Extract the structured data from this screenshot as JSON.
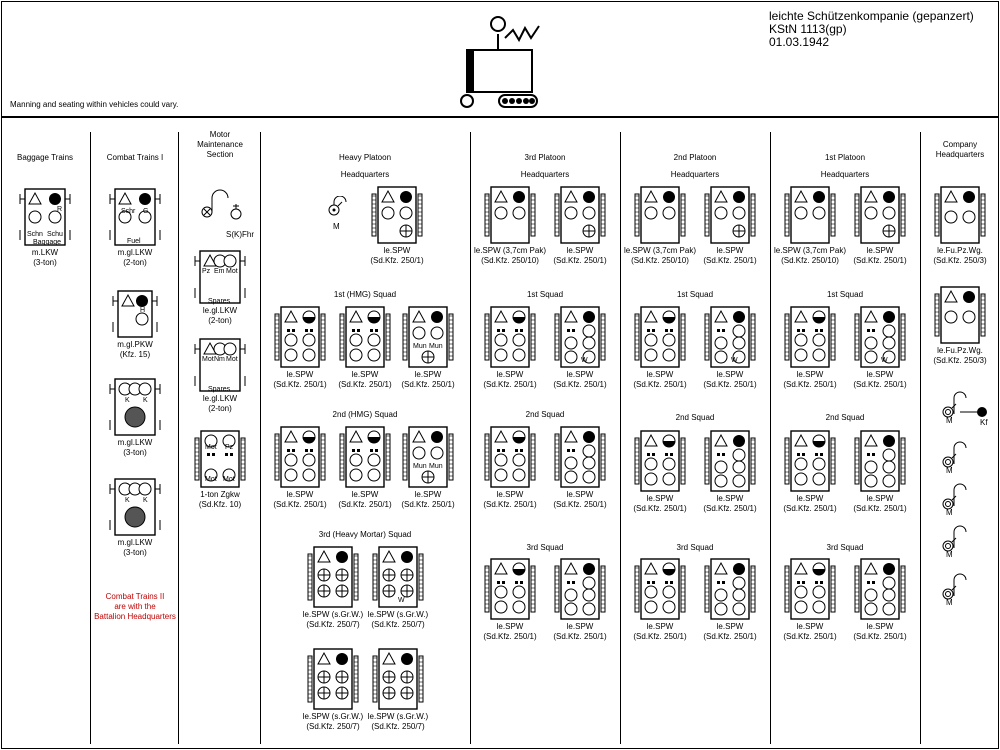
{
  "header": {
    "title_line1": "leichte Schützenkompanie (gepanzert)",
    "title_line2": "KStN 1113(gp)",
    "title_line3": "01.03.1942",
    "note": "Manning and seating within vehicles could vary."
  },
  "sections": {
    "baggage": "Baggage Trains",
    "combat": "Combat Trains I",
    "motor_line1": "Motor",
    "motor_line2": "Maintenance",
    "motor_line3": "Section",
    "heavy": "Heavy Platoon",
    "third": "3rd Platoon",
    "second": "2nd Platoon",
    "first": "1st Platoon",
    "hq_line1": "Company",
    "hq_line2": "Headquarters"
  },
  "subheads": {
    "hq": "Headquarters",
    "sq1": "1st Squad",
    "sq2": "2nd Squad",
    "sq3": "3rd Squad",
    "heavy_sq1": "1st (HMG) Squad",
    "heavy_sq2": "2nd (HMG) Squad",
    "heavy_sq3": "3rd (Heavy Mortar) Squad"
  },
  "vehicles": {
    "mlkw": "m.LKW",
    "three_ton": "(3-ton)",
    "two_ton": "(2-ton)",
    "mgllkw": "m.gl.LKW",
    "mglpkw": "m.gl.PKW",
    "kfz15": "(Kfz. 15)",
    "leglkw": "le.gl.LKW",
    "zgkw": "1-ton Zgkw",
    "sdkfz10": "(Sd.Kfz. 10)",
    "lespw": "le.SPW",
    "sdkfz250_1": "(Sd.Kfz. 250/1)",
    "lespw_pak": "le.SPW (3,7cm Pak)",
    "sdkfz250_10": "(Sd.Kfz. 250/10)",
    "lespw_sgrw": "le.SPW (s.Gr.W.)",
    "sdkfz250_7": "(Sd.Kfz. 250/7)",
    "lefupzwg": "le.Fu.Pz.Wg.",
    "sdkfz250_3": "(Sd.Kfz. 250/3)"
  },
  "labels": {
    "schn": "Schn",
    "schu": "Schu",
    "baggage": "Baggage",
    "schr": "Schr",
    "g": "G",
    "r": "R",
    "fuel": "Fuel",
    "h": "H",
    "w": "W",
    "k": "K",
    "m": "M",
    "kf": "Kf",
    "skfhr": "S(K)Fhr",
    "pz": "Pz",
    "em": "Em",
    "mot": "Mot",
    "nm": "Nm",
    "spares": "Spares",
    "mun": "Mun"
  },
  "notes": {
    "ct2_line1": "Combat Trains II",
    "ct2_line2": "are with the",
    "ct2_line3": "Battalion Headquarters",
    "ct2_color": "#c00000"
  }
}
